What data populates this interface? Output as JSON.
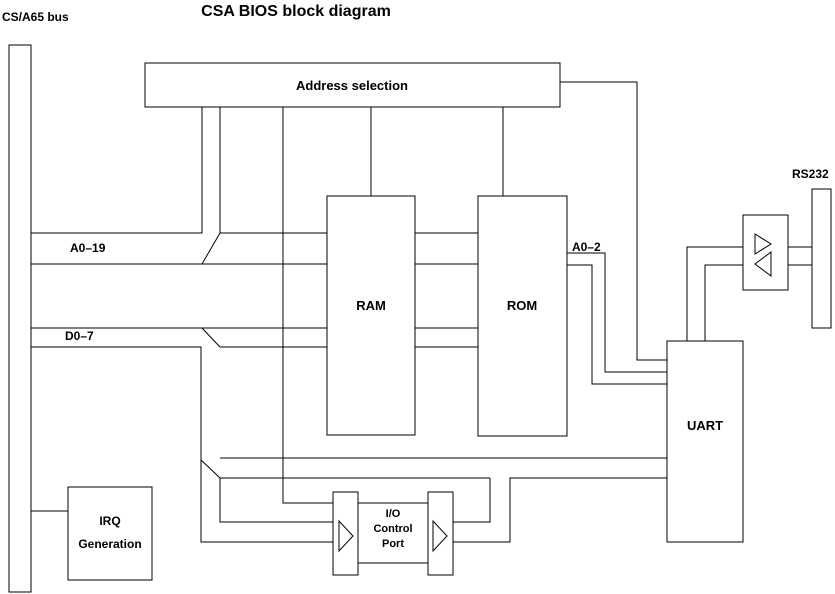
{
  "title": "CSA BIOS block diagram",
  "colors": {
    "line": "#000000",
    "background": "#ffffff",
    "text": "#000000"
  },
  "bus": {
    "label": "CS/A65 bus"
  },
  "blocks": {
    "address_selection": {
      "label": "Address selection"
    },
    "ram": {
      "label": "RAM"
    },
    "rom": {
      "label": "ROM"
    },
    "uart": {
      "label": "UART"
    },
    "irq_generation": {
      "label_line1": "IRQ",
      "label_line2": "Generation"
    },
    "io_control_port": {
      "label_line1": "I/O",
      "label_line2": "Control",
      "label_line3": "Port"
    },
    "rs232_connector": {
      "label": "RS232"
    }
  },
  "signals": {
    "address_bus": {
      "label": "A0–19"
    },
    "data_bus": {
      "label": "D0–7"
    },
    "rom_address": {
      "label": "A0–2"
    }
  }
}
